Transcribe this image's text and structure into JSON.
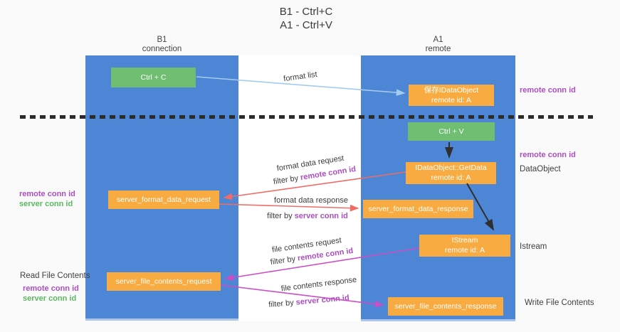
{
  "title": {
    "line1": "B1 - Ctrl+C",
    "line2": "A1 - Ctrl+V"
  },
  "lifelines": {
    "left": {
      "title": "B1",
      "subtitle": "connection"
    },
    "right": {
      "title": "A1",
      "subtitle": "remote"
    }
  },
  "nodes": {
    "ctrl_c": {
      "label": "Ctrl + C"
    },
    "ctrl_v": {
      "label": "Ctrl + V"
    },
    "save_dataobject": {
      "line1": "保存IDataObject",
      "line2": "remote id: A"
    },
    "getdata": {
      "line1": "IDataObject::GetData",
      "line2": "remote id: A"
    },
    "istream": {
      "line1": "IStream",
      "line2": "remote id: A"
    },
    "format_request": {
      "label": "server_format_data_request"
    },
    "format_response": {
      "label": "server_format_data_response"
    },
    "file_request": {
      "label": "server_file_contents_request"
    },
    "file_response": {
      "label": "server_file_contents_response"
    }
  },
  "flows": {
    "format_list": {
      "label": "format list"
    },
    "format_request": {
      "label": "format data request",
      "filter_prefix": "filter by ",
      "filter_key": "remote conn id"
    },
    "format_response": {
      "label": "format data response",
      "filter_prefix": "filter by ",
      "filter_key": "server conn id"
    },
    "file_request": {
      "label": "file contents request",
      "filter_prefix": "filter by ",
      "filter_key": "remote conn id"
    },
    "file_response": {
      "label": "file contents response",
      "filter_prefix": "filter by ",
      "filter_key": "server conn id"
    }
  },
  "annotations": {
    "right_remote_conn_top": "remote conn id",
    "right_remote_conn_mid": "remote conn id",
    "right_dataobject": "DataObject",
    "right_istream": "Istream",
    "right_write_file": "Write File Contents",
    "left_remote_conn_mid": "remote conn id",
    "left_server_conn_mid": "server conn id",
    "left_read_file": "Read File Contents",
    "left_remote_conn_bottom": "remote conn id",
    "left_server_conn_bottom": "server conn id"
  },
  "colors": {
    "lifeline_blue": "#4c86d4",
    "node_orange": "#f7ab40",
    "node_green": "#6fbe72",
    "remote_conn_purple": "#ab4fc0",
    "server_conn_green": "#5cb860",
    "arrow_red": "#ee6d66",
    "arrow_magenta": "#ca4fc5",
    "arrow_blue": "#a4cbee",
    "arrow_black": "#2f2f2f",
    "background": "#fafafa"
  }
}
